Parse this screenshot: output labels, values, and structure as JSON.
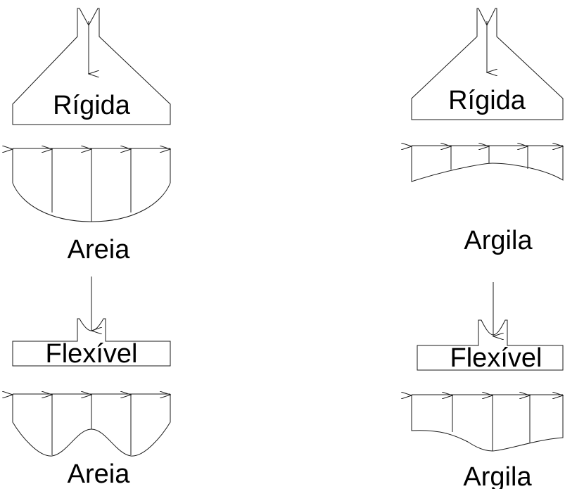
{
  "labels": {
    "rigid_sand_footing": "Rígida",
    "rigid_sand_soil": "Areia",
    "flexible_sand_footing": "Flexível",
    "flexible_sand_soil": "Areia",
    "rigid_clay_footing": "Rígida",
    "rigid_clay_soil": "Argila",
    "flexible_clay_footing": "Flexível",
    "flexible_clay_soil": "Argila"
  }
}
